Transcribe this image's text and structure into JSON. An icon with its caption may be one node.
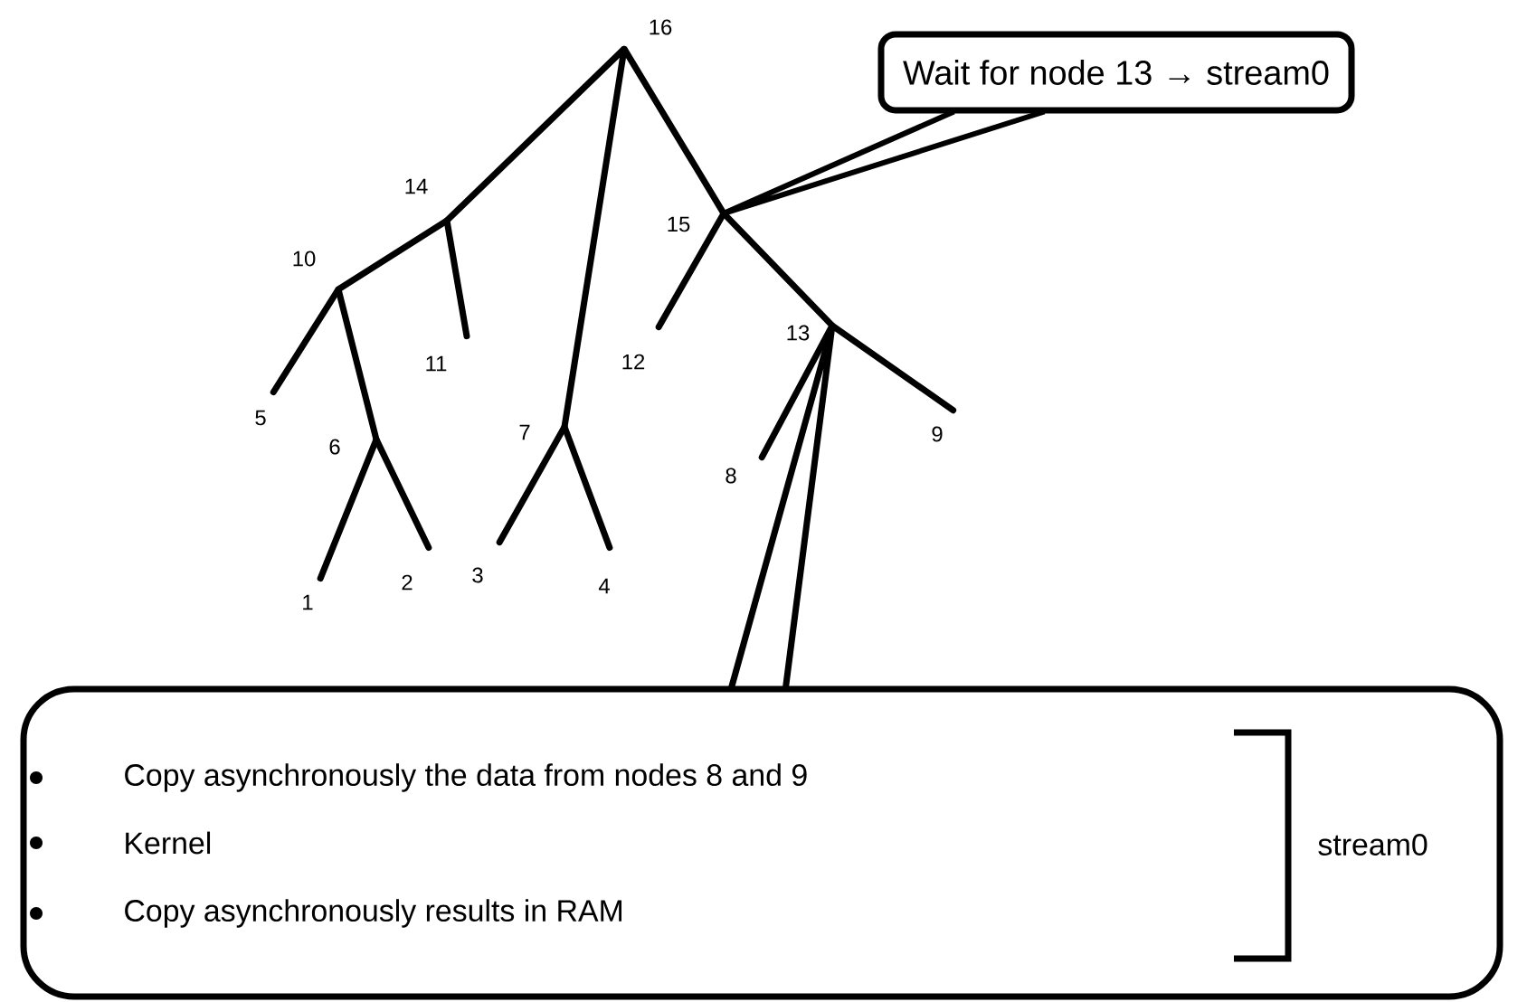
{
  "diagram": {
    "nodes": [
      {
        "text": [
          "16"
        ]
      },
      {
        "text": [
          "Wait for node 13 → stream0"
        ]
      },
      {
        "text": [
          "14"
        ]
      },
      {
        "text": [
          "15"
        ]
      },
      {
        "text": [
          "10"
        ]
      },
      {
        "text": [
          "13"
        ]
      },
      {
        "text": [
          "11"
        ]
      },
      {
        "text": [
          "12"
        ]
      },
      {
        "text": [
          "5"
        ]
      },
      {
        "text": [
          "7"
        ]
      },
      {
        "text": [
          "6"
        ]
      },
      {
        "text": [
          "9"
        ]
      },
      {
        "text": [
          "8"
        ]
      },
      {
        "text": [
          "3"
        ]
      },
      {
        "text": [
          "2"
        ]
      },
      {
        "text": [
          "4"
        ]
      },
      {
        "text": [
          "1"
        ]
      },
      {
        "text": [
          "Copy asynchronously the data from nodes 8 and 9",
          "Kernel",
          "Copy asynchronously results in RAM",
          "stream0"
        ]
      }
    ],
    "edges": [
      {
        "from": 0,
        "to": 2,
        "arrow": "none"
      },
      {
        "from": 0,
        "to": 9,
        "arrow": "none"
      },
      {
        "from": 0,
        "to": 3,
        "arrow": "none"
      },
      {
        "from": 2,
        "to": 4,
        "arrow": "none"
      },
      {
        "from": 2,
        "to": 6,
        "arrow": "none"
      },
      {
        "from": 4,
        "to": 8,
        "arrow": "none"
      },
      {
        "from": 4,
        "to": 10,
        "arrow": "none"
      },
      {
        "from": 10,
        "to": 16,
        "arrow": "none"
      },
      {
        "from": 10,
        "to": 14,
        "arrow": "none"
      },
      {
        "from": 9,
        "to": 13,
        "arrow": "none"
      },
      {
        "from": 9,
        "to": 15,
        "arrow": "none"
      },
      {
        "from": 3,
        "to": 7,
        "arrow": "none"
      },
      {
        "from": 3,
        "to": 5,
        "arrow": "none"
      },
      {
        "from": 5,
        "to": 12,
        "arrow": "none"
      },
      {
        "from": 5,
        "to": 11,
        "arrow": "none"
      },
      {
        "from": 1,
        "to": 3,
        "arrow": "none"
      },
      {
        "from": 17,
        "to": 5,
        "arrow": "none"
      }
    ]
  }
}
